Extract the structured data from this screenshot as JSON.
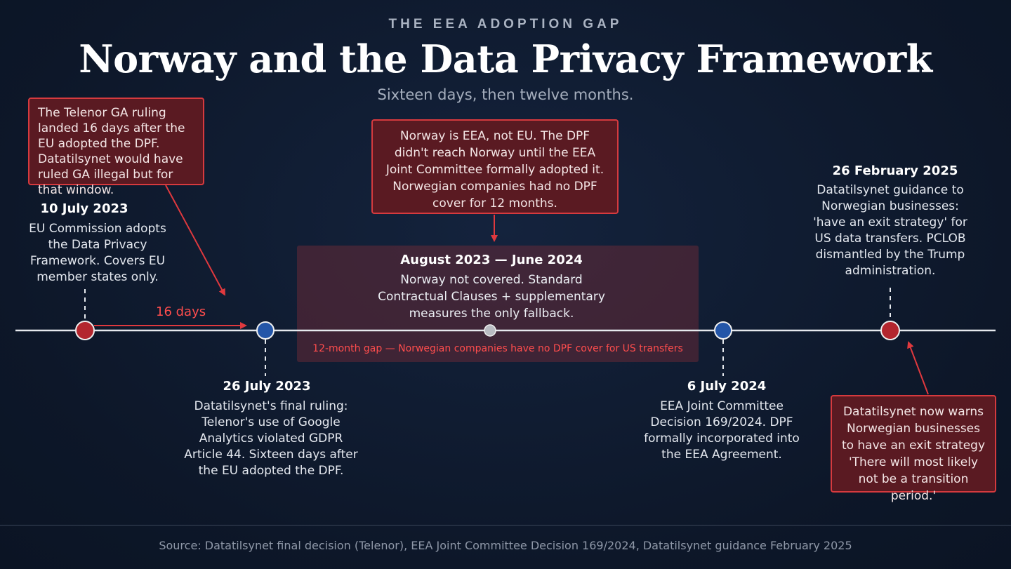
{
  "header": {
    "eyebrow": "THE EEA ADOPTION GAP",
    "title": "Norway and the Data Privacy Framework",
    "subtitle": "Sixteen days, then twelve months."
  },
  "events": [
    {
      "date": "10 July 2023",
      "description": "EU Commission adopts the Data Privacy Framework. Covers EU member states only.",
      "marker_color": "#b3262e"
    },
    {
      "date": "26 July 2023",
      "description": "Datatilsynet's final ruling: Telenor's use of Google Analytics violated GDPR Article 44. Sixteen days after the EU adopted the DPF.",
      "marker_color": "#2456a8"
    },
    {
      "date": "6 July 2024",
      "description": "EEA Joint Committee Decision 169/2024. DPF formally incorporated into the EEA Agreement.",
      "marker_color": "#2456a8"
    },
    {
      "date": "26 February 2025",
      "description": "Datatilsynet guidance to Norwegian businesses: 'have an exit strategy' for US data transfers. PCLOB dismantled by the Trump administration.",
      "marker_color": "#b3262e"
    }
  ],
  "gap_period": {
    "title": "August 2023 — June 2024",
    "description": "Norway not covered. Standard Contractual Clauses + supplementary measures the only fallback.",
    "note": "12-month gap — Norwegian companies have no DPF cover for US transfers"
  },
  "interval_label": "16 days",
  "callouts": {
    "telenor": "The Telenor GA ruling landed 16 days after the EU adopted the DPF. Datatilsynet would have ruled GA illegal but for that window.",
    "eea": "Norway is EEA, not EU. The DPF didn't reach Norway until the EEA Joint Committee formally adopted it. Norwegian companies had no DPF cover for 12 months.",
    "warning": "Datatilsynet now warns Norwegian businesses to have an exit strategy 'There will most likely not be a transition period.'"
  },
  "footer": {
    "source": "Source: Datatilsynet final decision (Telenor), EEA Joint Committee Decision 169/2024, Datatilsynet guidance February 2025"
  },
  "colors": {
    "background": "#0e1a30",
    "accent_red": "#d63a3e",
    "marker_red": "#b3262e",
    "marker_blue": "#2456a8",
    "gap_note_red": "#ff4d4d"
  }
}
